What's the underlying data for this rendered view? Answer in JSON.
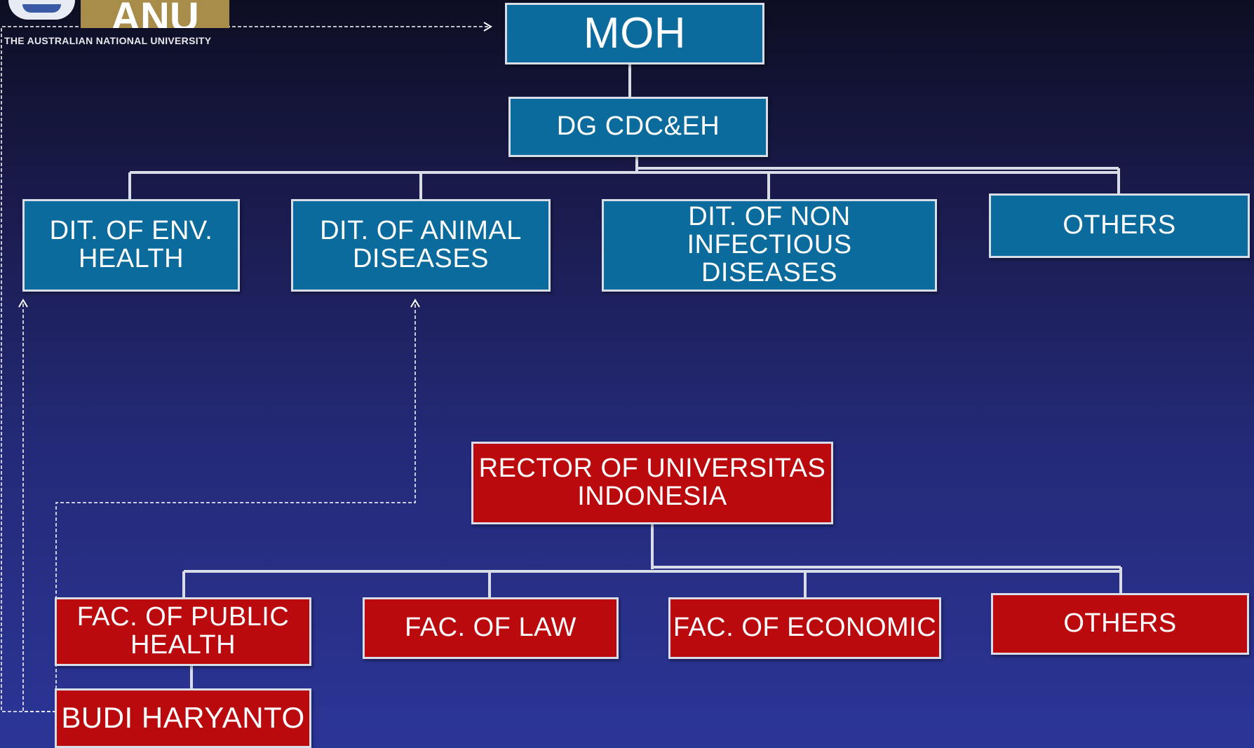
{
  "logo": {
    "wordmark": "ANU",
    "subtitle": "THE AUSTRALIAN NATIONAL UNIVERSITY"
  },
  "moh_tree": {
    "root": "MOH",
    "dg": "DG CDC&EH",
    "directorates": [
      "DIT. OF ENV.\nHEALTH",
      "DIT. OF ANIMAL\nDISEASES",
      "DIT. OF NON INFECTIOUS\nDISEASES",
      "OTHERS"
    ]
  },
  "ui_tree": {
    "root": "RECTOR OF UNIVERSITAS\nINDONESIA",
    "faculties": [
      "FAC. OF PUBLIC\nHEALTH",
      "FAC. OF LAW",
      "FAC. OF ECONOMIC",
      "OTHERS"
    ],
    "person": "BUDI HARYANTO"
  },
  "colors": {
    "blue_box": "#0a6b9c",
    "red_box": "#bb0a0e",
    "connector": "#d9dde8"
  }
}
